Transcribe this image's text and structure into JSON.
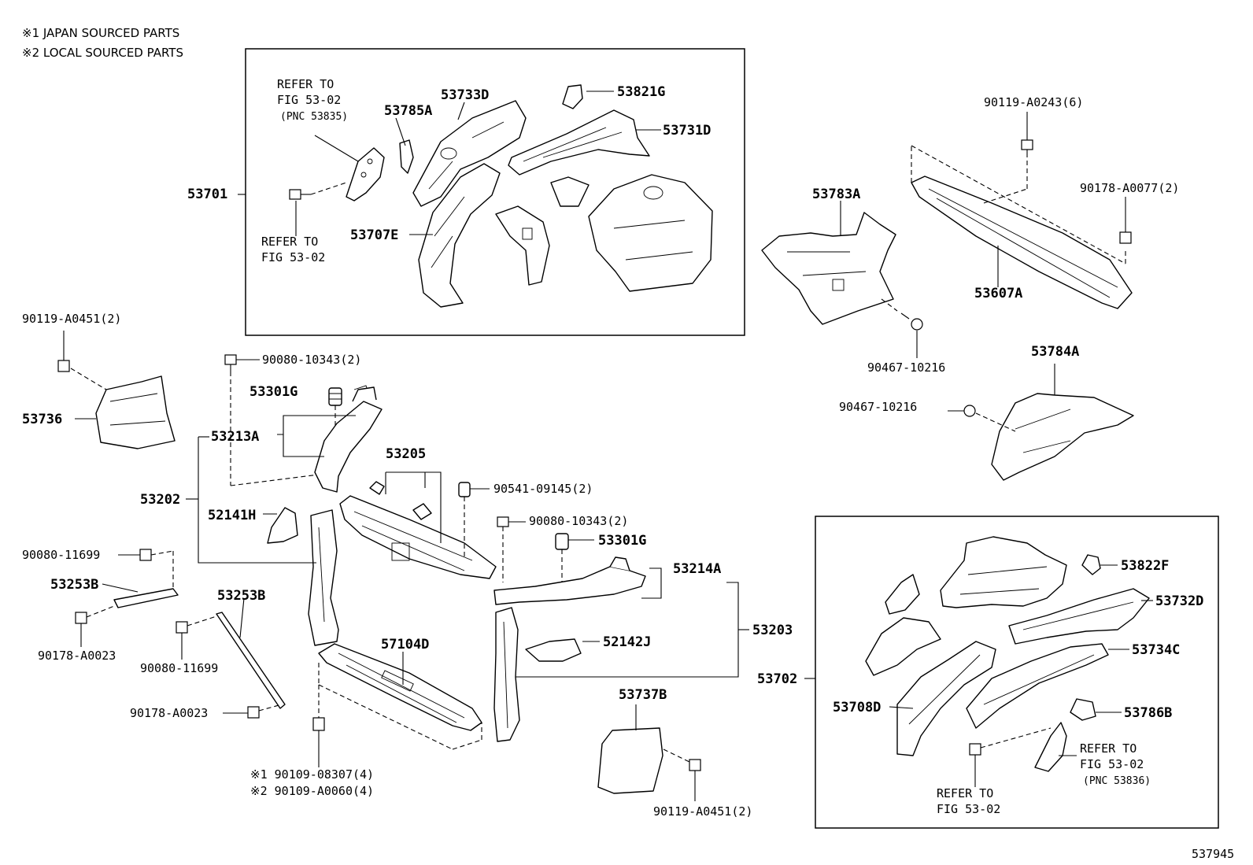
{
  "notes": {
    "japan": "※1 JAPAN SOURCED PARTS",
    "local": "※2 LOCAL SOURCED PARTS"
  },
  "figure_id": "537945",
  "labels": {
    "p53701": "53701",
    "p53733D": "53733D",
    "p53785A": "53785A",
    "p53821G": "53821G",
    "p53731D": "53731D",
    "p53707E": "53707E",
    "p53783A": "53783A",
    "p53607A": "53607A",
    "p90119_A0243": "90119-A0243(6)",
    "p90178_A0077": "90178-A0077(2)",
    "p90467_10216_a": "90467-10216",
    "p90467_10216_b": "90467-10216",
    "p53784A": "53784A",
    "p90119_A0451_a": "90119-A0451(2)",
    "p53736": "53736",
    "p90080_10343_a": "90080-10343(2)",
    "p53301G_a": "53301G",
    "p53213A": "53213A",
    "p53205": "53205",
    "p90541_09145": "90541-09145(2)",
    "p53202": "53202",
    "p52141H": "52141H",
    "p90080_10343_b": "90080-10343(2)",
    "p53301G_b": "53301G",
    "p90080_11699_a": "90080-11699",
    "p53253B_a": "53253B",
    "p53253B_b": "53253B",
    "p53214A": "53214A",
    "p53203": "53203",
    "p90178_A0023_a": "90178-A0023",
    "p90080_11699_b": "90080-11699",
    "p57104D": "57104D",
    "p52142J": "52142J",
    "p90178_A0023_b": "90178-A0023",
    "p90109_08307": "※1 90109-08307(4)",
    "p90109_A0060": "※2 90109-A0060(4)",
    "p53737B": "53737B",
    "p90119_A0451_b": "90119-A0451(2)",
    "p53822F": "53822F",
    "p53732D": "53732D",
    "p53734C": "53734C",
    "p53702": "53702",
    "p53708D": "53708D",
    "p53786B": "53786B"
  },
  "refs": {
    "top_ref1_l1": "REFER TO",
    "top_ref1_l2": "FIG 53-02",
    "top_ref1_l3": "(PNC 53835)",
    "top_ref2_l1": "REFER TO",
    "top_ref2_l2": "FIG 53-02",
    "bot_ref1_l1": "REFER TO",
    "bot_ref1_l2": "FIG 53-02",
    "bot_ref1_l3": "(PNC 53836)",
    "bot_ref2_l1": "REFER TO",
    "bot_ref2_l2": "FIG 53-02"
  }
}
